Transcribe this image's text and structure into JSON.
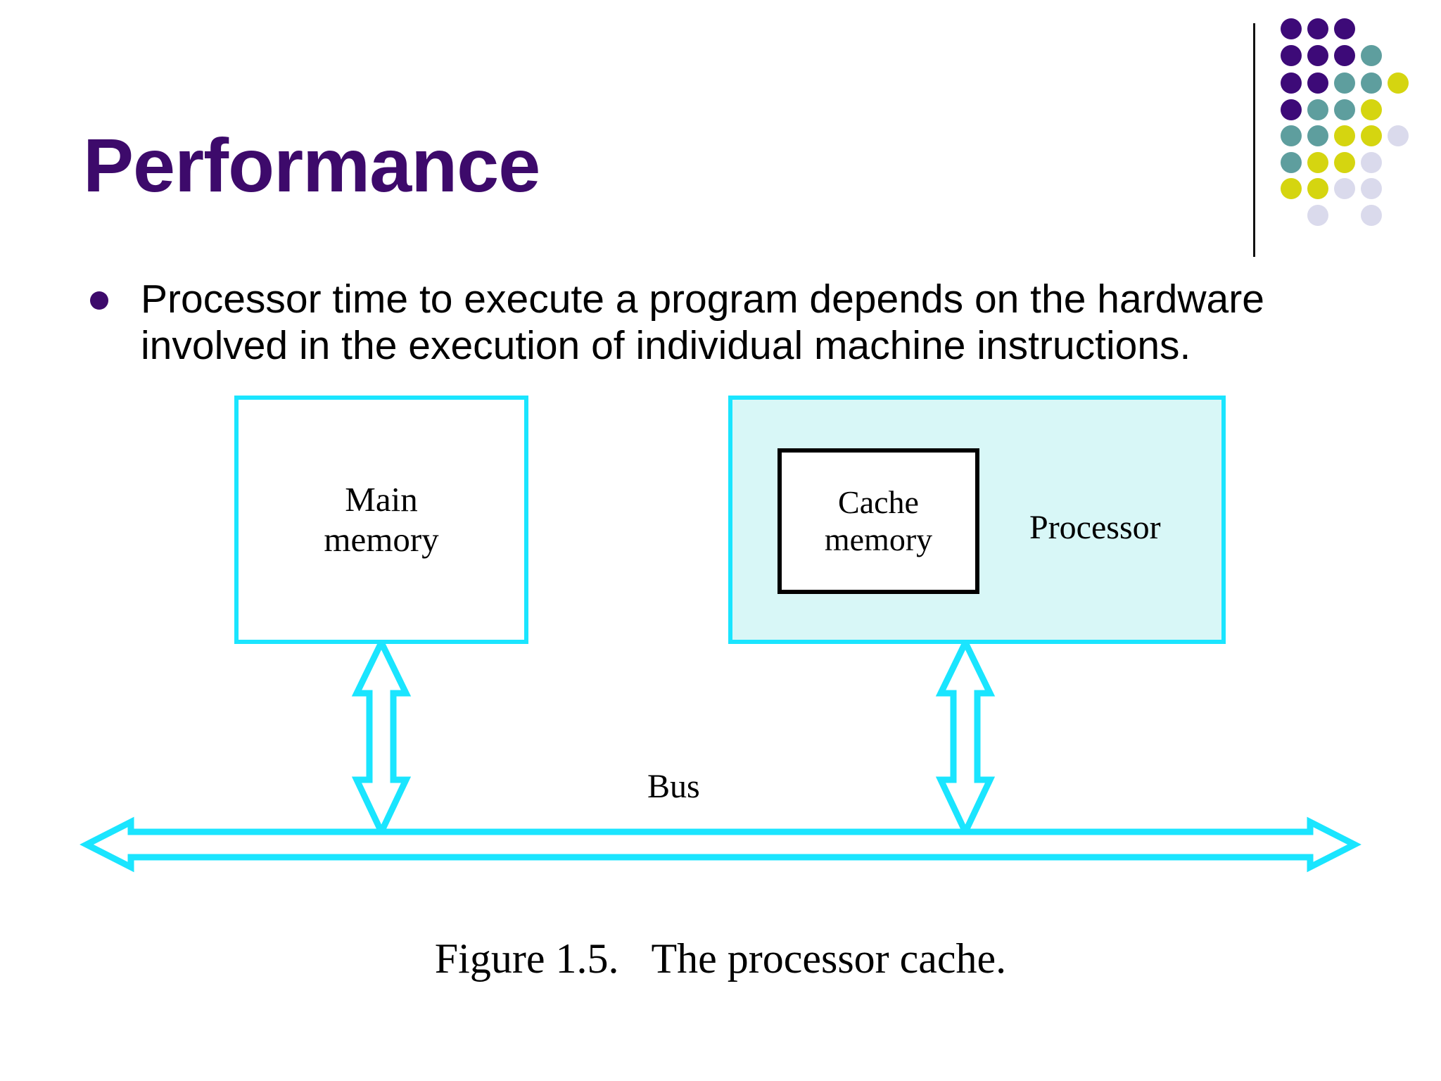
{
  "slide": {
    "title": "Performance",
    "title_color": "#3d0a6b",
    "background_color": "#ffffff"
  },
  "logo": {
    "rule_color": "#111111",
    "palette": {
      "purple": "#3d0a78",
      "teal": "#5e9e9e",
      "yellow": "#d5d510",
      "lavender": "#dadaec"
    },
    "dot_grid": [
      [
        "purple",
        "purple",
        "purple",
        null,
        null
      ],
      [
        "purple",
        "purple",
        "purple",
        "teal",
        null
      ],
      [
        "purple",
        "purple",
        "teal",
        "teal",
        "yellow"
      ],
      [
        "purple",
        "teal",
        "teal",
        "yellow",
        null
      ],
      [
        "teal",
        "teal",
        "yellow",
        "yellow",
        "lavender"
      ],
      [
        "teal",
        "yellow",
        "yellow",
        "lavender",
        null
      ],
      [
        "yellow",
        "yellow",
        "lavender",
        "lavender",
        null
      ],
      [
        null,
        "lavender",
        null,
        "lavender",
        null
      ]
    ]
  },
  "body": {
    "bullet": {
      "marker": "bullet-dot",
      "text": "Processor time to execute a program depends on the hardware involved in the execution of individual machine instructions."
    }
  },
  "figure": {
    "accent_color": "#1ae5ff",
    "processor_fill": "#d8f7f7",
    "main_memory_label": "Main\nmemory",
    "main_memory_line1": "Main",
    "main_memory_line2": "memory",
    "cache_memory_line1": "Cache",
    "cache_memory_line2": "memory",
    "processor_label": "Processor",
    "bus_label": "Bus",
    "caption_number": "Figure 1.5.",
    "caption_text": "The processor cache.",
    "arrows": [
      {
        "name": "main-memory-to-bus",
        "orientation": "vertical",
        "double_headed": true
      },
      {
        "name": "processor-to-bus",
        "orientation": "vertical",
        "double_headed": true
      },
      {
        "name": "bus",
        "orientation": "horizontal",
        "double_headed": true
      }
    ]
  }
}
